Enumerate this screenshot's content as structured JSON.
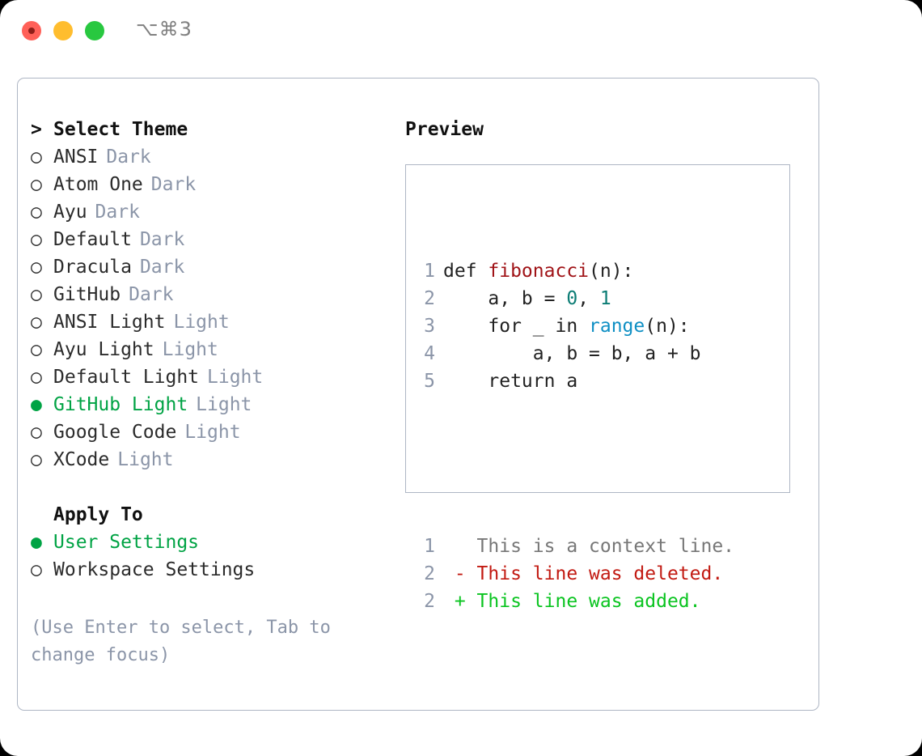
{
  "window": {
    "shortcut": "⌥⌘3",
    "traffic_lights": [
      "close-red",
      "minimize-yellow",
      "maximize-green"
    ]
  },
  "theme_selector": {
    "header": {
      "caret": ">",
      "title": "Select Theme"
    },
    "bullet_empty": "○",
    "bullet_filled": "●",
    "items": [
      {
        "label": "ANSI",
        "badge": "Dark",
        "selected": false
      },
      {
        "label": "Atom One",
        "badge": "Dark",
        "selected": false
      },
      {
        "label": "Ayu",
        "badge": "Dark",
        "selected": false
      },
      {
        "label": "Default",
        "badge": "Dark",
        "selected": false
      },
      {
        "label": "Dracula",
        "badge": "Dark",
        "selected": false
      },
      {
        "label": "GitHub",
        "badge": "Dark",
        "selected": false
      },
      {
        "label": "ANSI Light",
        "badge": "Light",
        "selected": false
      },
      {
        "label": "Ayu Light",
        "badge": "Light",
        "selected": false
      },
      {
        "label": "Default Light",
        "badge": "Light",
        "selected": false
      },
      {
        "label": "GitHub Light",
        "badge": "Light",
        "selected": true
      },
      {
        "label": "Google Code",
        "badge": "Light",
        "selected": false
      },
      {
        "label": "XCode",
        "badge": "Light",
        "selected": false
      }
    ]
  },
  "apply_to": {
    "title": "Apply To",
    "options": [
      {
        "label": "User Settings",
        "selected": true
      },
      {
        "label": "Workspace Settings",
        "selected": false
      }
    ]
  },
  "hint": "(Use Enter to select, Tab to change focus)",
  "preview": {
    "title": "Preview",
    "code_lines": [
      {
        "no": "1",
        "tokens": [
          {
            "t": "def ",
            "c": "plain"
          },
          {
            "t": "fibonacci",
            "c": "fn"
          },
          {
            "t": "(n):",
            "c": "plain"
          }
        ]
      },
      {
        "no": "2",
        "tokens": [
          {
            "t": "    a, b = ",
            "c": "plain"
          },
          {
            "t": "0",
            "c": "num"
          },
          {
            "t": ", ",
            "c": "plain"
          },
          {
            "t": "1",
            "c": "num"
          }
        ]
      },
      {
        "no": "3",
        "tokens": [
          {
            "t": "    for _ in ",
            "c": "plain"
          },
          {
            "t": "range",
            "c": "call"
          },
          {
            "t": "(n):",
            "c": "plain"
          }
        ]
      },
      {
        "no": "4",
        "tokens": [
          {
            "t": "        a, b = b, a + b",
            "c": "plain"
          }
        ]
      },
      {
        "no": "5",
        "tokens": [
          {
            "t": "    return a",
            "c": "plain"
          }
        ]
      }
    ],
    "diff_lines": [
      {
        "no": "1",
        "sign": "  ",
        "text": "This is a context line.",
        "kind": "ctx"
      },
      {
        "no": "2",
        "sign": "- ",
        "text": "This line was deleted.",
        "kind": "del"
      },
      {
        "no": "2",
        "sign": "+ ",
        "text": "This line was added.",
        "kind": "add"
      }
    ]
  },
  "colors": {
    "accent_green": "#00a344",
    "muted": "#8b95a8",
    "border": "#aeb6c4",
    "syntax_function": "#a01317",
    "syntax_number": "#0b7c74",
    "syntax_call": "#0e8fc4",
    "diff_deleted": "#c21a12",
    "diff_added": "#0ac420"
  }
}
